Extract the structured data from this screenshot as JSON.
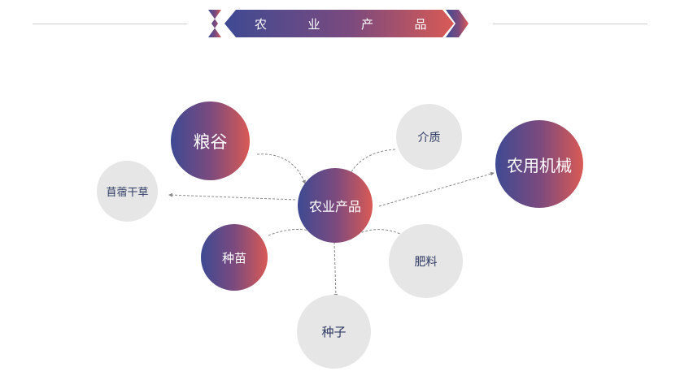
{
  "header": {
    "title_chars": [
      "农",
      "业",
      "产",
      "品"
    ]
  },
  "colors": {
    "gradient_start": "#3e4a93",
    "gradient_end": "#d95a55",
    "grey_node": "#e6e6e6",
    "grey_text": "#2f3a63",
    "connector": "#8a8a8a"
  },
  "diagram": {
    "center": {
      "label": "农业产品"
    },
    "nodes": [
      {
        "id": "liangu",
        "label": "粮谷",
        "style": "gradient"
      },
      {
        "id": "muxu",
        "label": "苜蓿干草",
        "style": "grey"
      },
      {
        "id": "jiezhi",
        "label": "介质",
        "style": "grey"
      },
      {
        "id": "nongyong",
        "label": "农用机械",
        "style": "gradient"
      },
      {
        "id": "zhongmiao",
        "label": "种苗",
        "style": "gradient"
      },
      {
        "id": "feiliao",
        "label": "肥料",
        "style": "grey"
      },
      {
        "id": "zhongzi",
        "label": "种子",
        "style": "grey"
      }
    ]
  }
}
